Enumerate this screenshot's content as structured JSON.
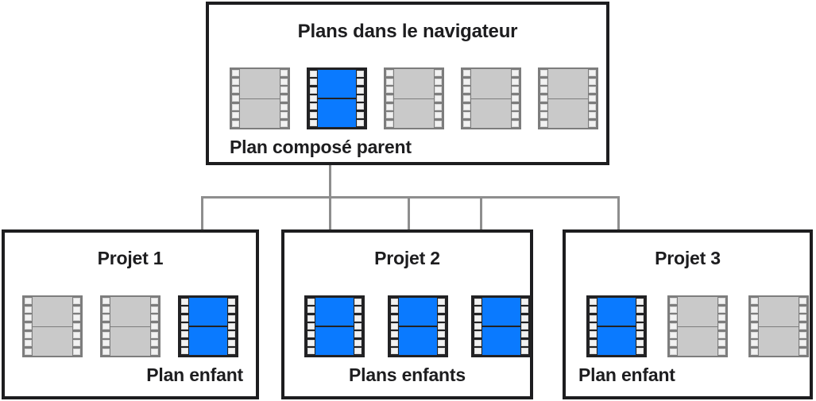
{
  "diagram": {
    "title_semantic": "compound-clip-parent-child-relationship",
    "colors": {
      "selected_blue": "#0a7aff",
      "unselected_gray": "#c9c9c9",
      "box_border": "#1d1d1f",
      "connector_gray": "#8e8e8e",
      "background": "#ffffff"
    }
  },
  "parent": {
    "title": "Plans dans le navigateur",
    "caption": "Plan composé parent",
    "clips": [
      {
        "name": "clip-1",
        "state": "unselected"
      },
      {
        "name": "clip-2",
        "state": "selected"
      },
      {
        "name": "clip-3",
        "state": "unselected"
      },
      {
        "name": "clip-4",
        "state": "unselected"
      },
      {
        "name": "clip-5",
        "state": "unselected"
      }
    ]
  },
  "projects": [
    {
      "id": "projet-1",
      "title": "Projet 1",
      "caption": "Plan enfant",
      "caption_align": "right",
      "clips": [
        {
          "name": "clip-1",
          "state": "unselected"
        },
        {
          "name": "clip-2",
          "state": "unselected"
        },
        {
          "name": "clip-3",
          "state": "selected"
        }
      ]
    },
    {
      "id": "projet-2",
      "title": "Projet 2",
      "caption": "Plans enfants",
      "caption_align": "center",
      "clips": [
        {
          "name": "clip-1",
          "state": "selected"
        },
        {
          "name": "clip-2",
          "state": "selected"
        },
        {
          "name": "clip-3",
          "state": "selected"
        }
      ]
    },
    {
      "id": "projet-3",
      "title": "Projet 3",
      "caption": "Plan enfant",
      "caption_align": "left",
      "clips": [
        {
          "name": "clip-1",
          "state": "selected"
        },
        {
          "name": "clip-2",
          "state": "unselected"
        },
        {
          "name": "clip-3",
          "state": "unselected"
        }
      ]
    }
  ],
  "connectors": {
    "description": "One vertical trunk from the parent compound clip fans out through a horizontal bus to five arrows that point at the selected child clips.",
    "arrow_count": 5
  }
}
